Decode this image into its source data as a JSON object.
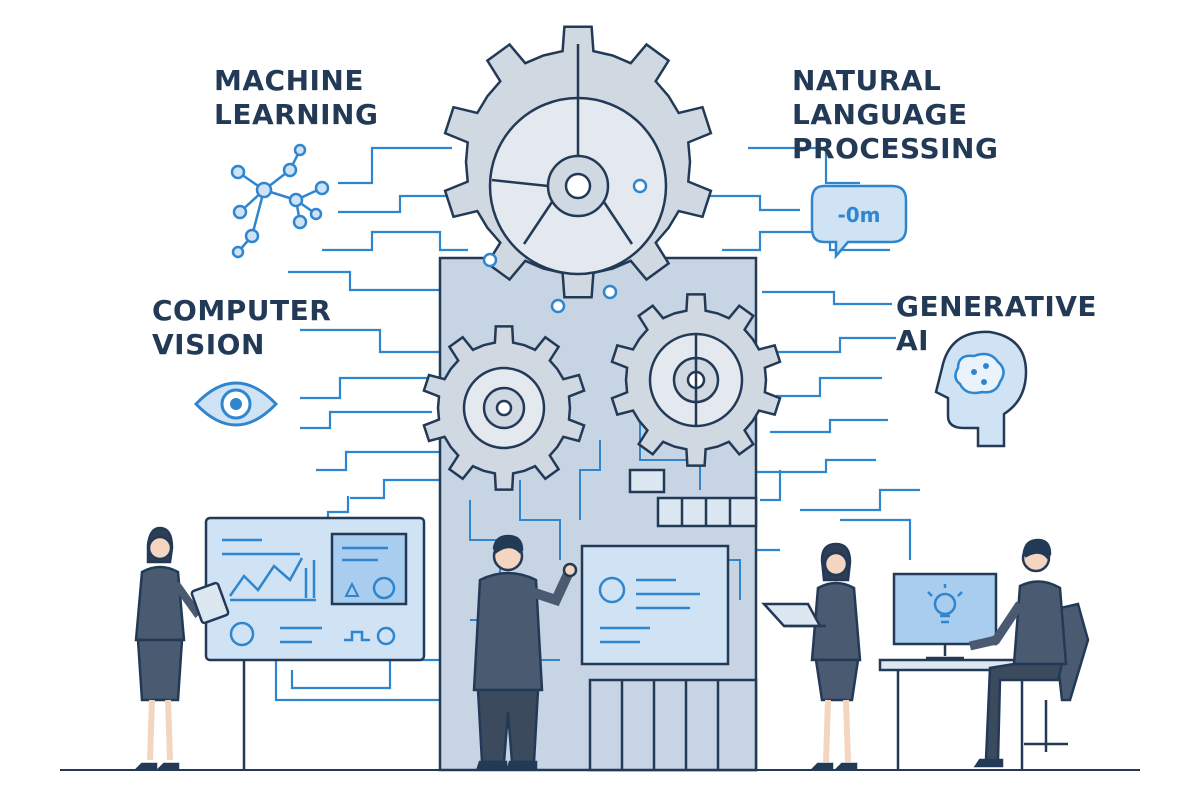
{
  "labels": {
    "machine_learning": [
      "MACHINE",
      "LEARNING"
    ],
    "nlp": [
      "NATURAL",
      "LANGUAGE",
      "PROCESSING"
    ],
    "computer_vision": [
      "COMPUTER",
      "VISION"
    ],
    "generative_ai": [
      "GENERATIVE",
      "AI"
    ]
  },
  "icons": {
    "machine_learning": "network-icon",
    "nlp": "speech-bubble-icon",
    "computer_vision": "eye-icon",
    "generative_ai": "head-brain-icon"
  },
  "nlp_bubble_text": "-0m",
  "colors": {
    "outline": "#233a57",
    "accent_blue": "#2f86cf",
    "light_blue": "#d6e6f5",
    "gear_gray": "#d0d8e2",
    "tower_fill": "#c7d4e3",
    "suit_dark": "#4a5a70"
  }
}
